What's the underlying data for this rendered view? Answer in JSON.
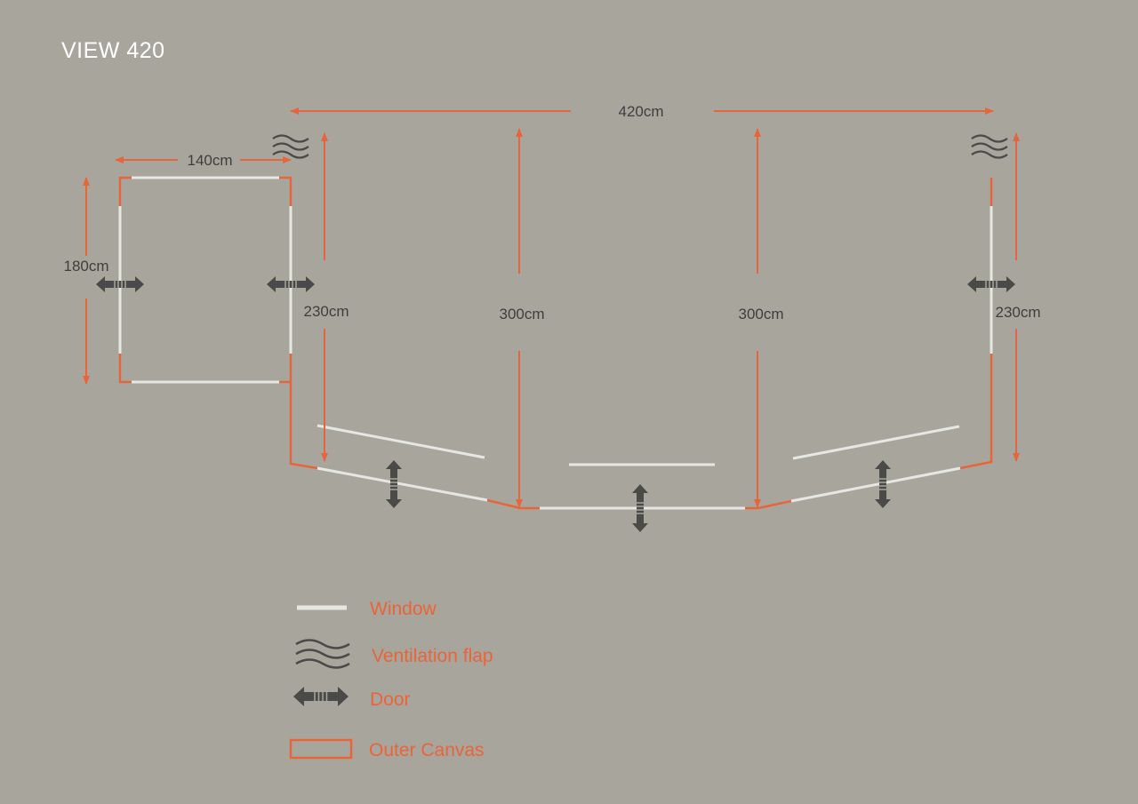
{
  "title": "VIEW 420",
  "dimensions": {
    "total_width": "420cm",
    "annex_width": "140cm",
    "annex_depth": "180cm",
    "side_depth_left": "230cm",
    "center_depth_left": "300cm",
    "center_depth_right": "300cm",
    "side_depth_right": "230cm"
  },
  "legend": {
    "window": "Window",
    "ventilation": "Ventilation flap",
    "door": "Door",
    "outer_canvas": "Outer Canvas"
  },
  "colors": {
    "background": "#a8a69c",
    "canvas": "#e8643a",
    "window": "#e6e6e2",
    "icon": "#4a4a48",
    "title": "#ffffff"
  }
}
